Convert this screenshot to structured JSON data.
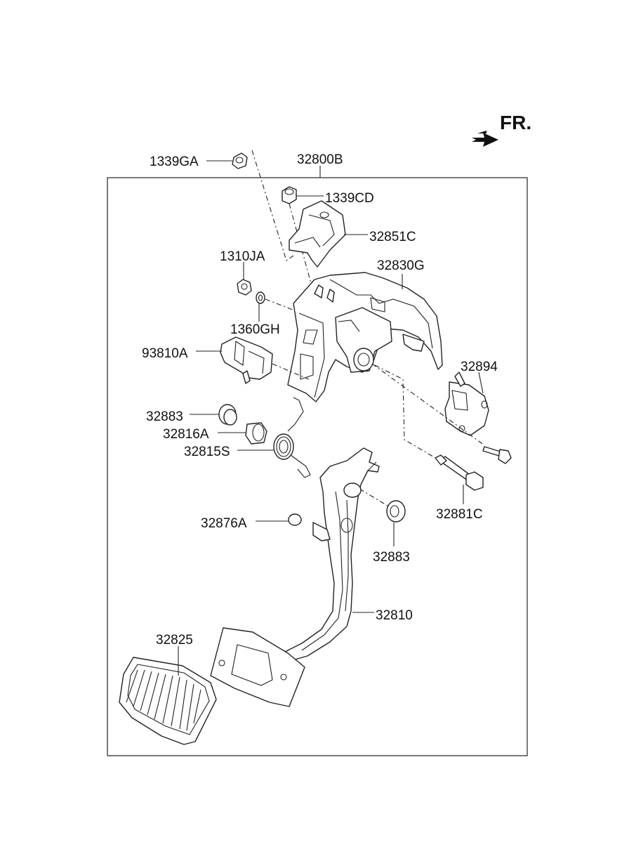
{
  "diagram": {
    "assembly_label": "32800B",
    "orientation": {
      "label": "FR.",
      "icon": "arrow-right-icon"
    },
    "parts": [
      {
        "id": "1339ga",
        "label": "1339GA"
      },
      {
        "id": "1339cd",
        "label": "1339CD"
      },
      {
        "id": "32851c",
        "label": "32851C"
      },
      {
        "id": "1310ja",
        "label": "1310JA"
      },
      {
        "id": "32830g",
        "label": "32830G"
      },
      {
        "id": "1360gh",
        "label": "1360GH"
      },
      {
        "id": "93810a",
        "label": "93810A"
      },
      {
        "id": "32894",
        "label": "32894"
      },
      {
        "id": "32883a",
        "label": "32883"
      },
      {
        "id": "32816a",
        "label": "32816A"
      },
      {
        "id": "32815s",
        "label": "32815S"
      },
      {
        "id": "32876a",
        "label": "32876A"
      },
      {
        "id": "32881c",
        "label": "32881C"
      },
      {
        "id": "32883b",
        "label": "32883"
      },
      {
        "id": "32810",
        "label": "32810"
      },
      {
        "id": "32825",
        "label": "32825"
      }
    ]
  }
}
